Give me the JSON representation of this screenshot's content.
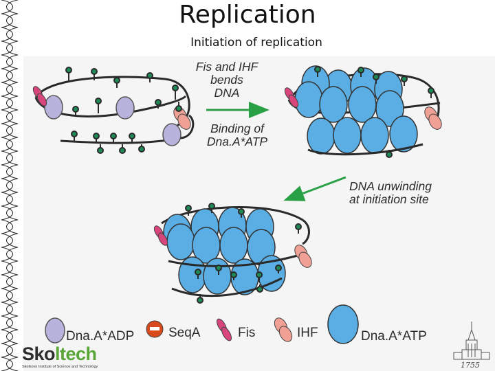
{
  "title": "Replication",
  "subtitle": "Initiation of replication",
  "labels": {
    "bend": [
      "Fis and IHF",
      "bends",
      "DNA"
    ],
    "binding": [
      "Binding of",
      "Dna.A*ATP"
    ],
    "unwind": [
      "DNA unwinding",
      "at initiation site"
    ]
  },
  "legend": {
    "dnaa_adp": "Dna.A*ADP",
    "seqa": "SeqA",
    "fis": "Fis",
    "ihf": "IHF",
    "dnaa_atp": "Dna.A*ATP"
  },
  "logo": {
    "sko": "Sko",
    "ltech": "ltech",
    "subtitle": "Skolkovo Institute of Science and Technology"
  },
  "year": "1755",
  "colors": {
    "dnaa_atp": "#5aaee4",
    "dnaa_adp": "#b8b3dc",
    "fis": "#d8457a",
    "ihf": "#f0a094",
    "seqa": "#d84a1e",
    "arrow": "#2aa046",
    "pin": "#1e8a55",
    "dna": "#2a2a2a"
  }
}
